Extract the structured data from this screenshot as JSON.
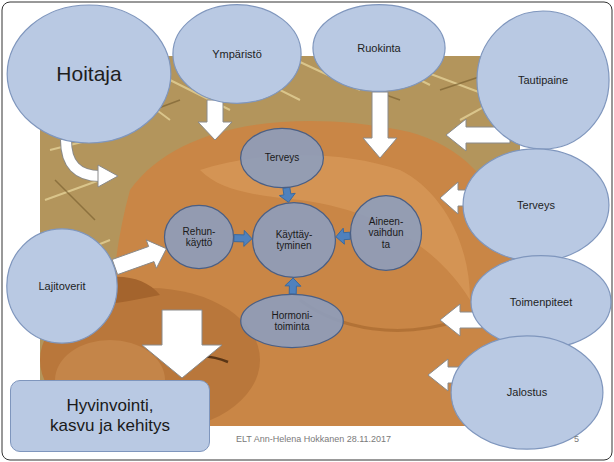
{
  "diagram": {
    "nodes": [
      {
        "text": [
          "Hoitaja"
        ]
      },
      {
        "text": [
          "Ympäristö"
        ]
      },
      {
        "text": [
          "Ruokinta"
        ]
      },
      {
        "text": [
          "Tautipaine"
        ]
      },
      {
        "text": [
          "Terveys"
        ]
      },
      {
        "text": [
          "Terveys"
        ]
      },
      {
        "text": [
          "Rehun- käyttö"
        ]
      },
      {
        "text": [
          "Käyttäy- tyminen"
        ]
      },
      {
        "text": [
          "Aineen- vaihdun ta"
        ]
      },
      {
        "text": [
          "Lajitoverit"
        ]
      },
      {
        "text": [
          "Toimenpiteet"
        ]
      },
      {
        "text": [
          "Hormoni- toiminta"
        ]
      },
      {
        "text": [
          "Jalostus"
        ]
      },
      {
        "text": [
          "Hyvinvointi, kasvu ja kehitys"
        ]
      }
    ],
    "edges": [
      {
        "from": 4,
        "to": 7,
        "arrow": "to"
      },
      {
        "from": 6,
        "to": 7,
        "arrow": "to"
      },
      {
        "from": 8,
        "to": 7,
        "arrow": "to"
      },
      {
        "from": 11,
        "to": 7,
        "arrow": "to"
      },
      {
        "from": 9,
        "to": 6,
        "arrow": "to"
      }
    ],
    "labels": [
      "ELT Ann-Helena Hokkanen 28.11.2017",
      "5"
    ]
  }
}
